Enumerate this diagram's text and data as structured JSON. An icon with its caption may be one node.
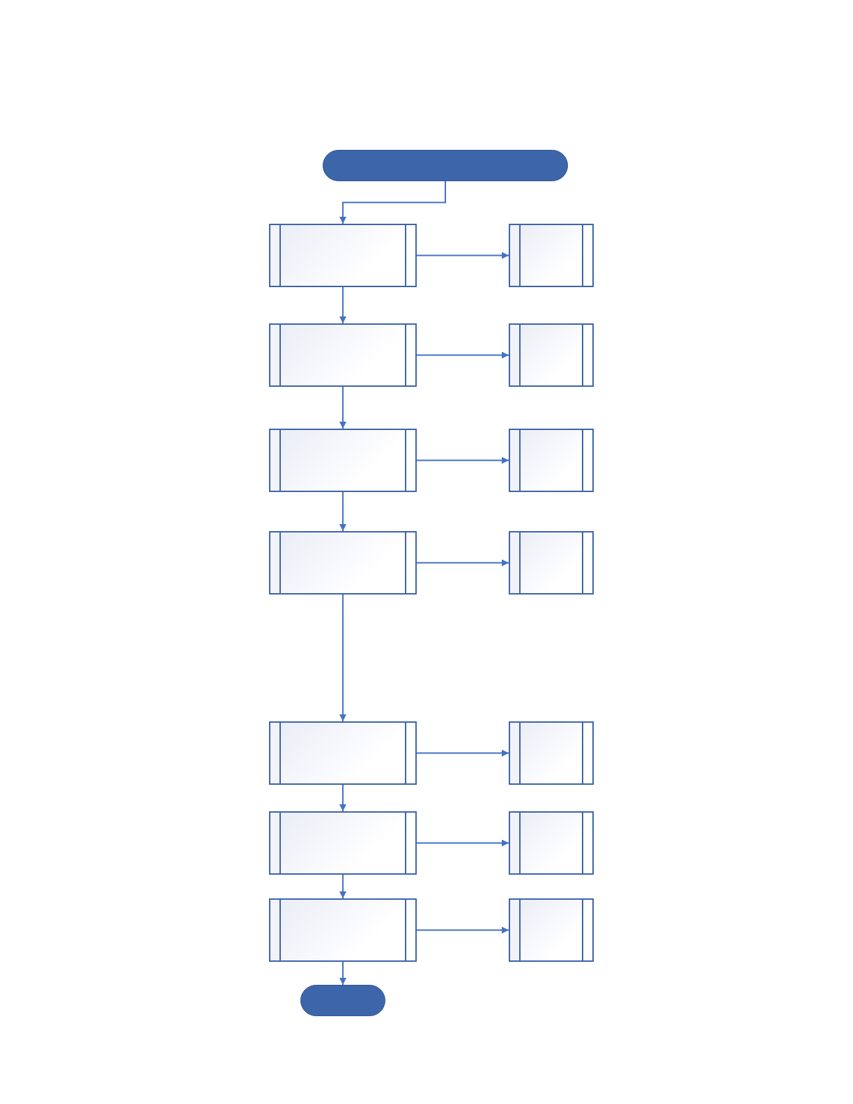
{
  "diagram": {
    "nodes": [
      {
        "text": [],
        "shape": "pill"
      },
      {
        "text": [],
        "shape": "box"
      },
      {
        "text": [],
        "shape": "box"
      },
      {
        "text": [],
        "shape": "box"
      },
      {
        "text": [],
        "shape": "box"
      },
      {
        "text": [],
        "shape": "box"
      },
      {
        "text": [],
        "shape": "box"
      },
      {
        "text": [],
        "shape": "box"
      },
      {
        "text": [],
        "shape": "box"
      },
      {
        "text": [],
        "shape": "box"
      },
      {
        "text": [],
        "shape": "box"
      },
      {
        "text": [],
        "shape": "box"
      },
      {
        "text": [],
        "shape": "box"
      },
      {
        "text": [],
        "shape": "box"
      },
      {
        "text": [],
        "shape": "box"
      },
      {
        "text": [],
        "shape": "pill"
      }
    ],
    "edges": [
      {
        "from": 0,
        "to": 1,
        "arrow": "to"
      },
      {
        "from": 1,
        "to": 2,
        "arrow": "to"
      },
      {
        "from": 1,
        "to": 3,
        "arrow": "to"
      },
      {
        "from": 3,
        "to": 4,
        "arrow": "to"
      },
      {
        "from": 3,
        "to": 5,
        "arrow": "to"
      },
      {
        "from": 5,
        "to": 6,
        "arrow": "to"
      },
      {
        "from": 5,
        "to": 7,
        "arrow": "to"
      },
      {
        "from": 7,
        "to": 8,
        "arrow": "to"
      },
      {
        "from": 7,
        "to": 9,
        "arrow": "to"
      },
      {
        "from": 9,
        "to": 10,
        "arrow": "to"
      },
      {
        "from": 9,
        "to": 11,
        "arrow": "to"
      },
      {
        "from": 11,
        "to": 12,
        "arrow": "to"
      },
      {
        "from": 11,
        "to": 13,
        "arrow": "to"
      },
      {
        "from": 13,
        "to": 14,
        "arrow": "to"
      },
      {
        "from": 13,
        "to": 15,
        "arrow": "to"
      }
    ]
  }
}
